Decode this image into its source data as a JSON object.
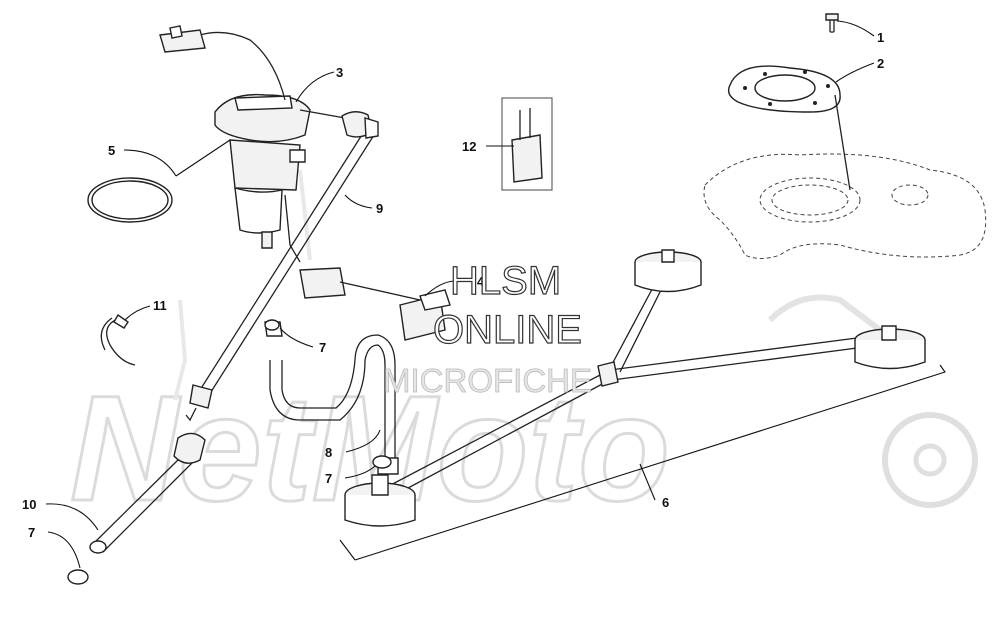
{
  "watermark": {
    "line1": "HLSM",
    "line2": "ONLINE",
    "line3": "MICROFICHE",
    "logo": "NetMoto"
  },
  "callouts": [
    {
      "id": "c1",
      "label": "1"
    },
    {
      "id": "c2",
      "label": "2"
    },
    {
      "id": "c3",
      "label": "3"
    },
    {
      "id": "c4",
      "label": "4"
    },
    {
      "id": "c5",
      "label": "5"
    },
    {
      "id": "c6",
      "label": "6"
    },
    {
      "id": "c7a",
      "label": "7"
    },
    {
      "id": "c7b",
      "label": "7"
    },
    {
      "id": "c7c",
      "label": "7"
    },
    {
      "id": "c8",
      "label": "8"
    },
    {
      "id": "c9",
      "label": "9"
    },
    {
      "id": "c10",
      "label": "10"
    },
    {
      "id": "c11",
      "label": "11"
    },
    {
      "id": "c12",
      "label": "12"
    }
  ]
}
